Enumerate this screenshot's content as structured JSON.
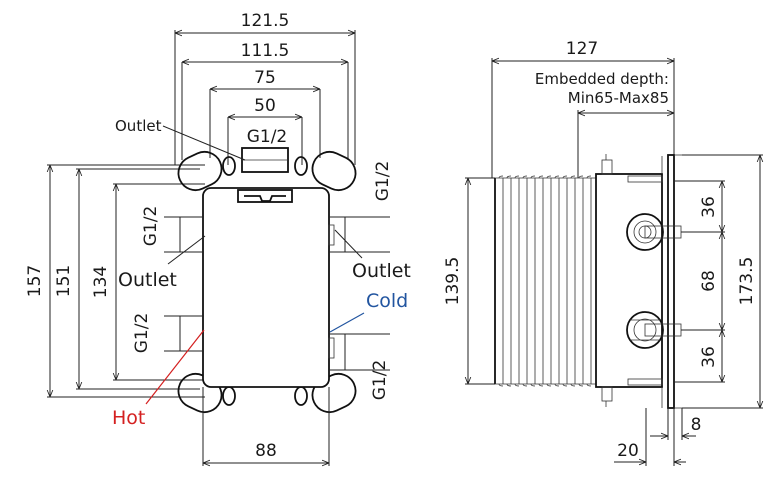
{
  "front_view": {
    "dims": {
      "w121_5": "121.5",
      "w111_5": "111.5",
      "w75": "75",
      "w50": "50",
      "w88": "88",
      "h157": "157",
      "h151": "151",
      "h134": "134"
    },
    "labels": {
      "outlet_top": "Outlet",
      "outlet_left": "Outlet",
      "outlet_right": "Outlet",
      "g12_top": "G1/2",
      "g12_left_upper": "G1/2",
      "g12_left_lower": "G1/2",
      "g12_right_upper": "G1/2",
      "g12_right_lower": "G1/2",
      "cold": "Cold",
      "hot": "Hot"
    },
    "colors": {
      "cold": "#2255a0",
      "hot": "#d42020"
    }
  },
  "side_view": {
    "dims": {
      "w127": "127",
      "h139_5": "139.5",
      "h173_5": "173.5",
      "d36_top": "36",
      "d68": "68",
      "d36_bottom": "36",
      "w20": "20",
      "w8": "8"
    },
    "embedded_line1": "Embedded depth:",
    "embedded_line2": "Min65-Max85"
  }
}
